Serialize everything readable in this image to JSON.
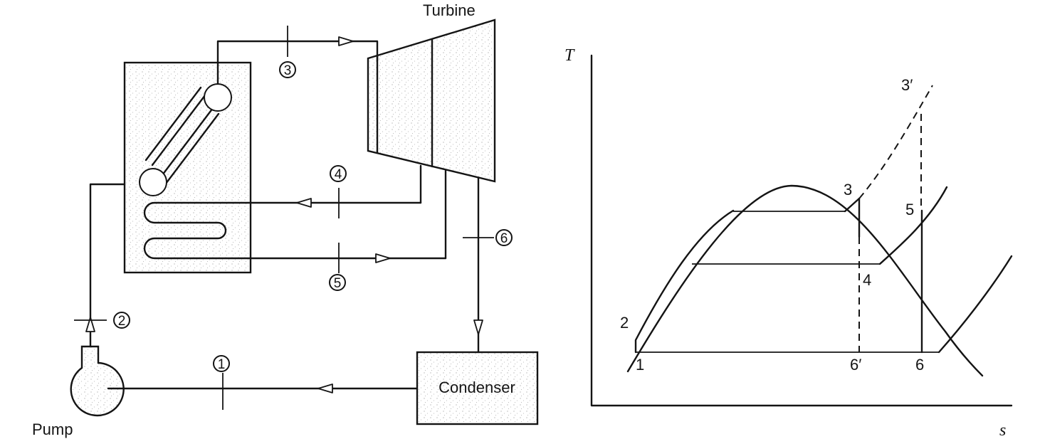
{
  "cycle": {
    "components": {
      "turbine": "Turbine",
      "condenser": "Condenser",
      "pump": "Pump"
    },
    "state_points": [
      "1",
      "2",
      "3",
      "4",
      "5",
      "6"
    ]
  },
  "ts_diagram": {
    "x_axis": "s",
    "y_axis": "T",
    "points": [
      "1",
      "2",
      "3",
      "3′",
      "4",
      "5",
      "6",
      "6′"
    ]
  }
}
